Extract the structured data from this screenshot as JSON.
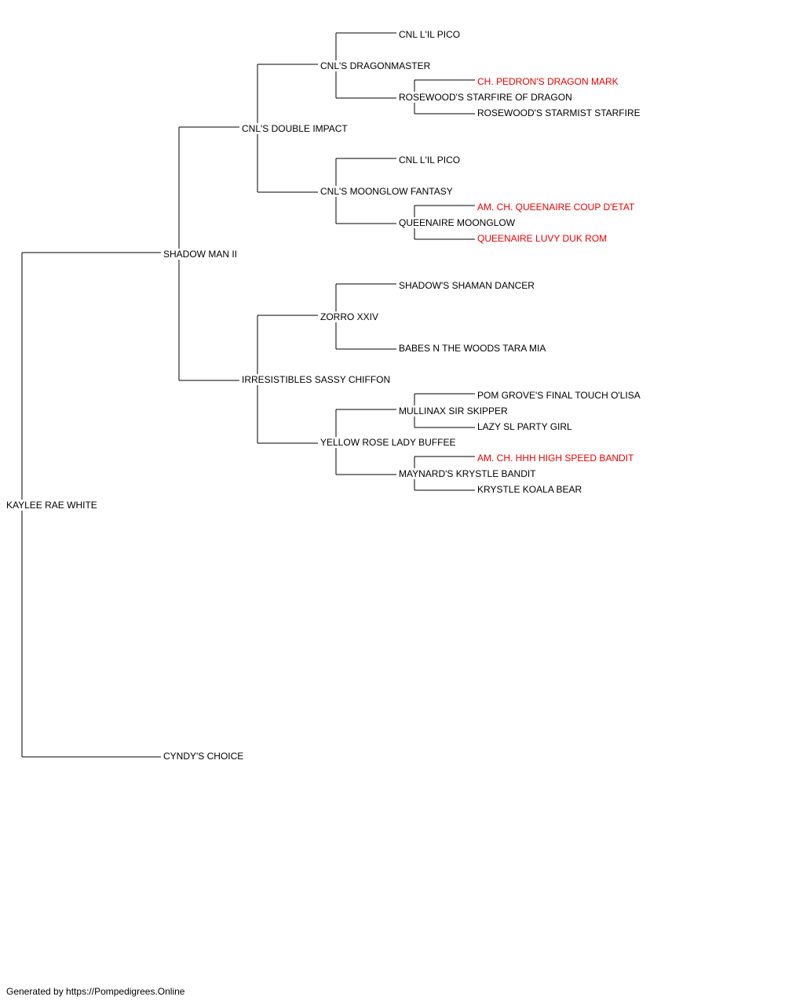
{
  "pedigree": {
    "subject": "KAYLEE RAE WHITE",
    "sire": "SHADOW MAN II",
    "dam": "CYNDY'S CHOICE",
    "sire_sire": "CNL'S DOUBLE IMPACT",
    "sire_dam": "IRRESISTIBLES SASSY CHIFFON",
    "sire_sire_sire": "CNL'S DRAGONMASTER",
    "sire_sire_dam": "CNL'S MOONGLOW FANTASY",
    "sire_dam_sire": "ZORRO XXIV",
    "sire_dam_dam": "YELLOW ROSE LADY BUFFEE",
    "g4": {
      "dragonmaster_sire": "CNL L'IL PICO",
      "dragonmaster_dam": "ROSEWOOD'S STARFIRE OF DRAGON",
      "moonglow_sire": "CNL L'IL PICO",
      "moonglow_dam": "QUEENAIRE MOONGLOW",
      "zorro_sire": "SHADOW'S SHAMAN DANCER",
      "zorro_dam": "BABES N THE WOODS TARA MIA",
      "buffee_sire": "MULLINAX SIR SKIPPER",
      "buffee_dam": "MAYNARD'S KRYSTLE BANDIT"
    },
    "g5": {
      "starfire_sire": "CH. PEDRON'S DRAGON MARK",
      "starfire_dam": "ROSEWOOD'S STARMIST STARFIRE",
      "queenaire_sire": "AM. CH. QUEENAIRE COUP D'ETAT",
      "queenaire_dam": "QUEENAIRE LUVY DUK ROM",
      "skipper_sire": "POM GROVE'S FINAL TOUCH O'LISA",
      "skipper_dam": "LAZY SL PARTY GIRL",
      "krystle_sire": "AM. CH. HHH HIGH SPEED BANDIT",
      "krystle_dam": "KRYSTLE KOALA BEAR"
    }
  },
  "colors": {
    "line": "#000000",
    "text": "#000000",
    "champion_text": "#ee0000"
  },
  "footer": {
    "credit": "Generated by https://Pompedigrees.Online"
  }
}
